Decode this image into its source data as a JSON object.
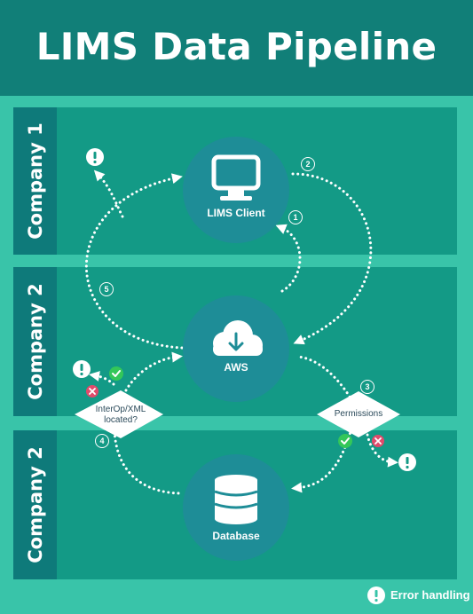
{
  "title": "LIMS Data Pipeline",
  "lanes": [
    {
      "label": "Company 1"
    },
    {
      "label": "Company 2"
    },
    {
      "label": "Company 2"
    }
  ],
  "nodes": {
    "lims_client": {
      "label": "LIMS Client",
      "icon": "monitor-icon"
    },
    "aws": {
      "label": "AWS",
      "icon": "cloud-download-icon"
    },
    "database": {
      "label": "Database",
      "icon": "database-icon"
    }
  },
  "decisions": {
    "interop": {
      "line1": "InterOp/XML",
      "line2": "located?"
    },
    "permissions": {
      "label": "Permissions"
    }
  },
  "steps": [
    "1",
    "2",
    "3",
    "4",
    "5"
  ],
  "legend": {
    "label": "Error handling",
    "icon": "error-icon"
  },
  "colors": {
    "header": "#117f78",
    "frame": "#39c4a9",
    "band": "#139a86",
    "lane_label": "#0e7a7a",
    "node": "#1e8d97",
    "success": "#34c759",
    "error": "#e04a6b"
  }
}
